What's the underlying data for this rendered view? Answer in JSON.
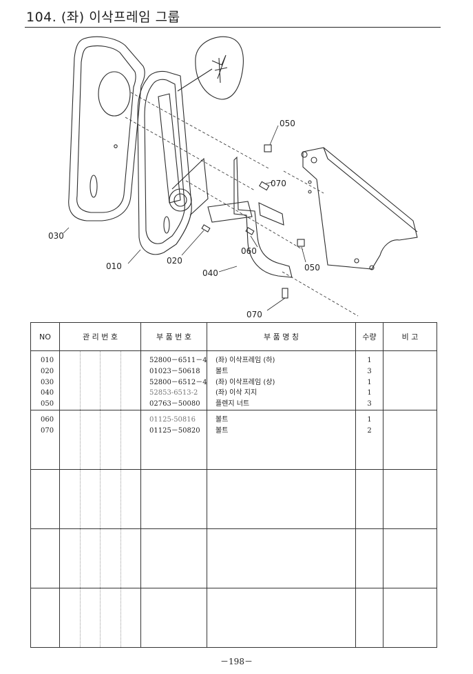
{
  "header": {
    "title": "104. (좌) 이삭프레임 그룹"
  },
  "diagram": {
    "callouts": [
      "050",
      "070",
      "030",
      "010",
      "020",
      "040",
      "060",
      "050",
      "070"
    ]
  },
  "table": {
    "headers": {
      "no": "NO",
      "mgmt": "관 리 번 호",
      "part_no": "부 품 번 호",
      "name": "부   품   명   칭",
      "qty": "수량",
      "remark": "비 고"
    },
    "groups": [
      {
        "rows": [
          {
            "no": "010",
            "part_no": "52800－6511－4",
            "name": "(좌) 이삭프레임 (하)",
            "qty": "1"
          },
          {
            "no": "020",
            "part_no": "01023－50618",
            "name": "볼트",
            "qty": "3"
          },
          {
            "no": "030",
            "part_no": "52800－6512－4",
            "name": "(좌) 이삭프레임 (상)",
            "qty": "1"
          },
          {
            "no": "040",
            "part_no": "52853-6513-2",
            "name": "(좌) 이삭 지지",
            "qty": "1"
          },
          {
            "no": "050",
            "part_no": "02763－50080",
            "name": "플렌지 너트",
            "qty": "3"
          }
        ]
      },
      {
        "rows": [
          {
            "no": "060",
            "part_no": "01125-50816",
            "name": "볼트",
            "qty": "1"
          },
          {
            "no": "070",
            "part_no": "01125－50820",
            "name": "볼트",
            "qty": "2"
          }
        ]
      },
      {
        "rows": []
      },
      {
        "rows": []
      },
      {
        "rows": []
      }
    ]
  },
  "footer": {
    "page_number": "－198－"
  }
}
